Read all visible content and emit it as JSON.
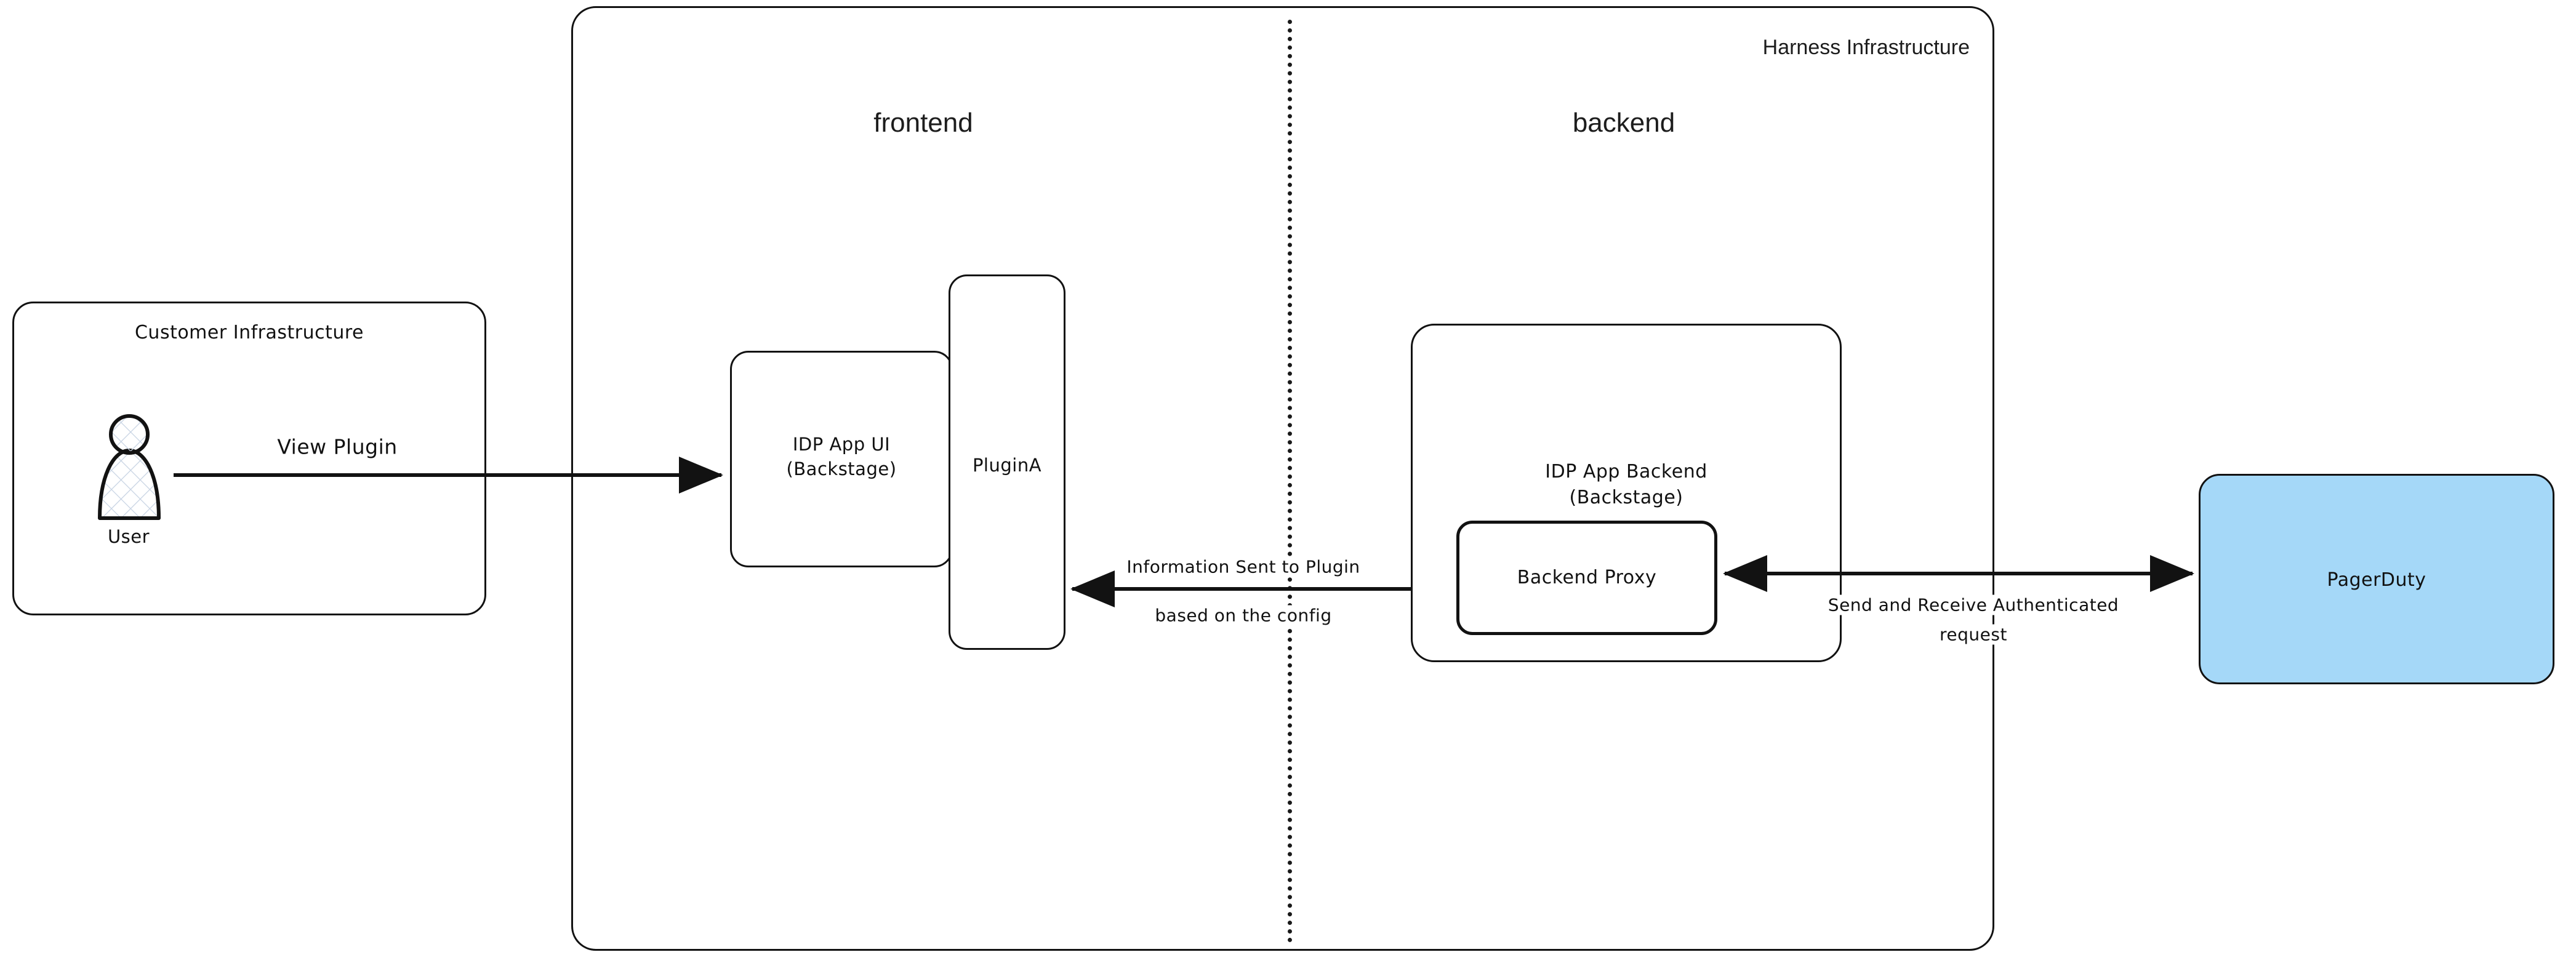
{
  "diagram": {
    "title_note": "Harness IDP plugin request flow",
    "background": "#ffffff",
    "stroke_color": "#121212"
  },
  "customer_infrastructure": {
    "label": "Customer Infrastructure",
    "actor": {
      "label": "User",
      "icon": "user-person-icon",
      "fill": "#ffffff",
      "hatch_color": "#c7d3e3"
    }
  },
  "harness_infrastructure": {
    "label": "Harness Infrastructure",
    "divider": "dotted-vertical-divider",
    "zones": [
      {
        "label": "frontend"
      },
      {
        "label": "backend"
      }
    ],
    "nodes": {
      "idp_app_ui": {
        "line1": "IDP App UI",
        "line2": "(Backstage)"
      },
      "plugin_a": {
        "label": "PluginA"
      },
      "idp_app_backend": {
        "line1": "IDP App Backend",
        "line2": "(Backstage)"
      },
      "backend_proxy": {
        "label": "Backend Proxy"
      }
    }
  },
  "external_service": {
    "label": "PagerDuty",
    "fill": "#a5d8f8",
    "stroke": "#121212"
  },
  "connections": [
    {
      "id": "user-to-ui",
      "label_line1": "View Plugin",
      "label_line2": "",
      "direction": "right"
    },
    {
      "id": "proxy-to-plugin",
      "label_line1": "Information Sent to Plugin",
      "label_line2": "based on the config",
      "direction": "left"
    },
    {
      "id": "proxy-to-pagerduty",
      "label_line1": "Send and Receive Authenticated",
      "label_line2": "request",
      "direction": "both"
    }
  ]
}
